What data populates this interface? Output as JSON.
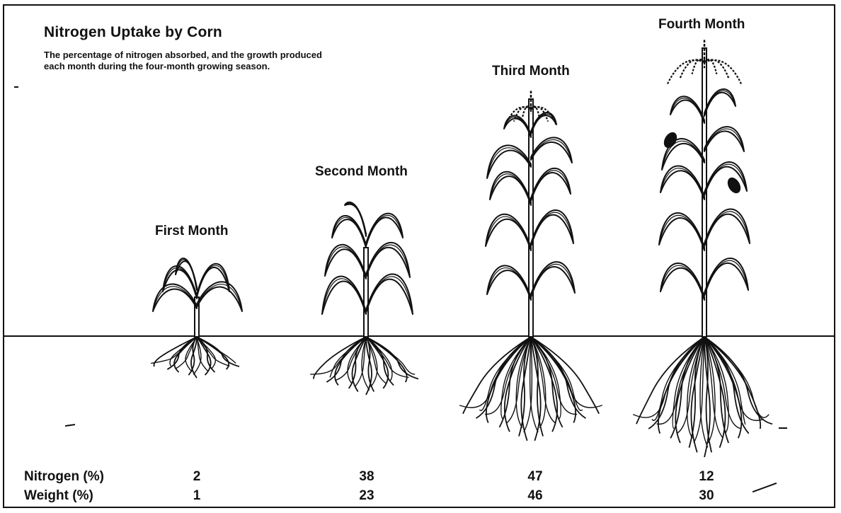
{
  "title": "Nitrogen Uptake by Corn",
  "subtitle": "The percentage of nitrogen absorbed, and the growth produced\neach  month during the four-month growing season.",
  "months": [
    {
      "label": "First Month",
      "nitrogen": "2",
      "weight": "1"
    },
    {
      "label": "Second Month",
      "nitrogen": "38",
      "weight": "23"
    },
    {
      "label": "Third Month",
      "nitrogen": "47",
      "weight": "46"
    },
    {
      "label": "Fourth Month",
      "nitrogen": "12",
      "weight": "30"
    }
  ],
  "rows": {
    "nitrogen_label": "Nitrogen (%)",
    "weight_label": "Weight (%)"
  }
}
